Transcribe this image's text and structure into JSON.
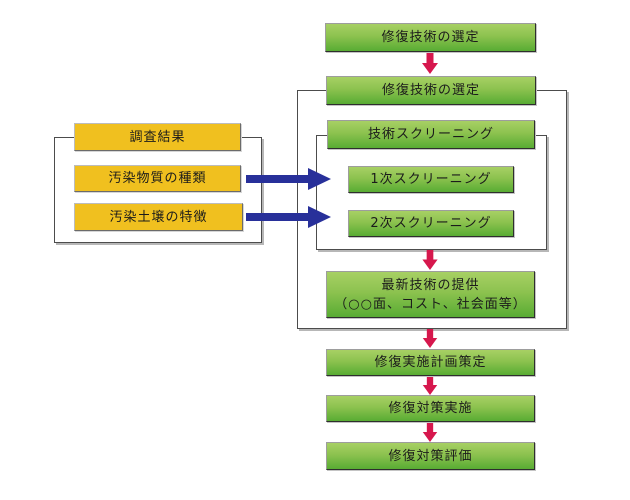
{
  "diagram_title": "remediation-technology-selection-flowchart",
  "colors": {
    "green_top": "#a7d064",
    "green_bottom": "#58ac33",
    "yellow": "#f0c01f",
    "red_arrow": "#d6174d",
    "blue_arrow": "#28309a",
    "container_border": "#4c4c4c",
    "text": "#1b1b1b"
  },
  "flow": {
    "top_box": "修復技術の選定",
    "selection_box": "修復技術の選定",
    "screening_title": "技術スクリーニング",
    "screening_1": "1次スクリーニング",
    "screening_2": "2次スクリーニング",
    "latest_line1": "最新技術の提供",
    "latest_line2": "（○○面、コスト、社会面等）",
    "plan_box": "修復実施計画策定",
    "implement_box": "修復対策実施",
    "evaluate_box": "修復対策評価"
  },
  "survey": {
    "title": "調査結果",
    "pollutant": "汚染物質の種類",
    "soil": "汚染土壌の特徴"
  }
}
